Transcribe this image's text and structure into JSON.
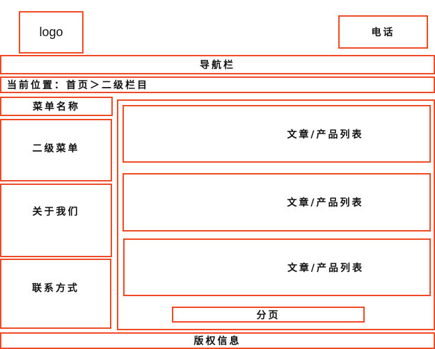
{
  "header": {
    "logo": "logo",
    "phone": "电话"
  },
  "nav": {
    "label": "导航栏"
  },
  "breadcrumb": {
    "text": "当前位置：首页＞二级栏目"
  },
  "sidebar": {
    "title": "菜单名称",
    "items": [
      {
        "label": "二级菜单"
      },
      {
        "label": "关于我们"
      },
      {
        "label": "联系方式"
      }
    ]
  },
  "main": {
    "lists": [
      {
        "label": "文章/产品列表"
      },
      {
        "label": "文章/产品列表"
      },
      {
        "label": "文章/产品列表"
      }
    ],
    "pagination": "分页"
  },
  "footer": {
    "copyright": "版权信息"
  },
  "colors": {
    "border": "#f04a24"
  }
}
